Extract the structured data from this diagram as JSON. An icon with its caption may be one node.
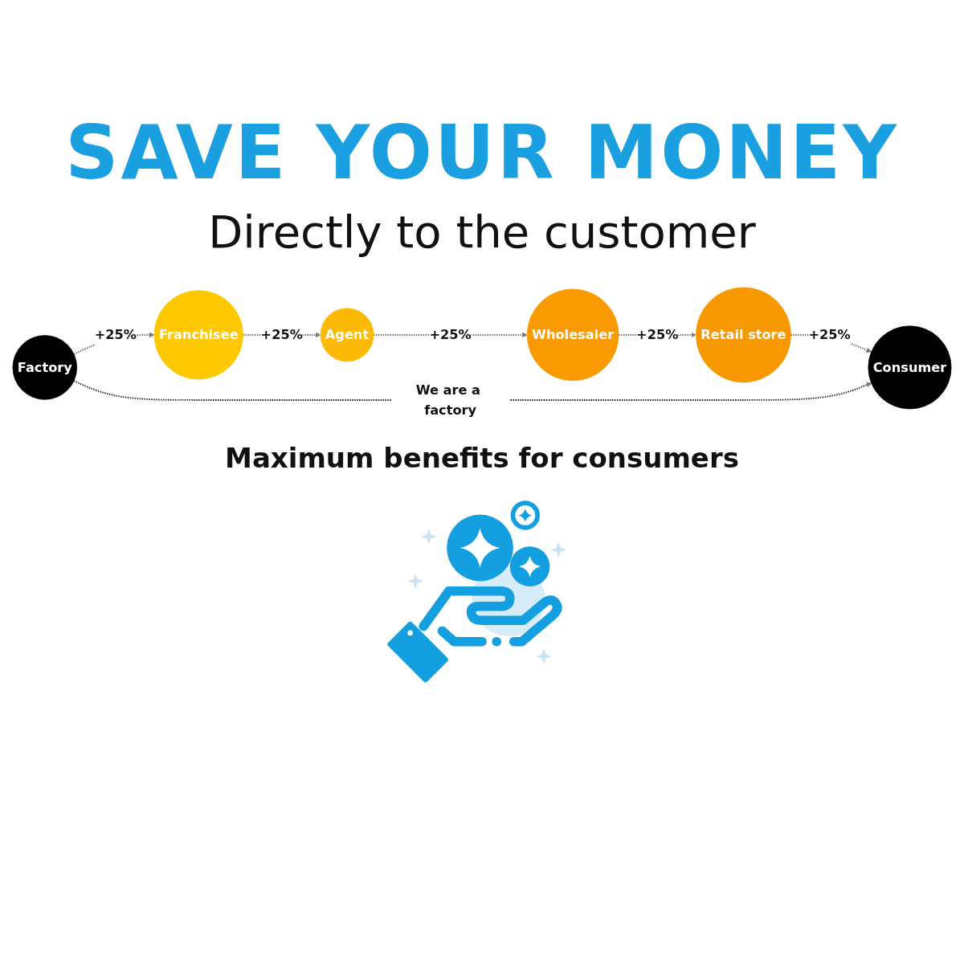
{
  "diagram": {
    "title": "SAVE YOUR MONEY",
    "nodes": [
      {
        "text": [
          "Factory"
        ]
      },
      {
        "text": [
          "Franchisee"
        ]
      },
      {
        "text": [
          "Agent"
        ]
      },
      {
        "text": [
          "Wholesaler"
        ]
      },
      {
        "text": [
          "Retail store"
        ]
      },
      {
        "text": [
          "Consumer"
        ]
      }
    ],
    "edges": [
      {
        "from": 0,
        "to": 1,
        "arrow": "to",
        "label": "+25%",
        "style": "dashed"
      },
      {
        "from": 1,
        "to": 2,
        "arrow": "to",
        "label": "+25%",
        "style": "dashed"
      },
      {
        "from": 2,
        "to": 3,
        "arrow": "to",
        "label": "+25%",
        "style": "dashed"
      },
      {
        "from": 3,
        "to": 4,
        "arrow": "to",
        "label": "+25%",
        "style": "dashed"
      },
      {
        "from": 4,
        "to": 5,
        "arrow": "to",
        "label": "+25%",
        "style": "dashed"
      },
      {
        "from": 0,
        "to": 5,
        "arrow": "to",
        "label": "We are a factory",
        "style": "dashed",
        "color": "#1a1a1a"
      }
    ],
    "labels": [
      "Directly to the customer",
      "Maximum benefits for consumers"
    ]
  }
}
